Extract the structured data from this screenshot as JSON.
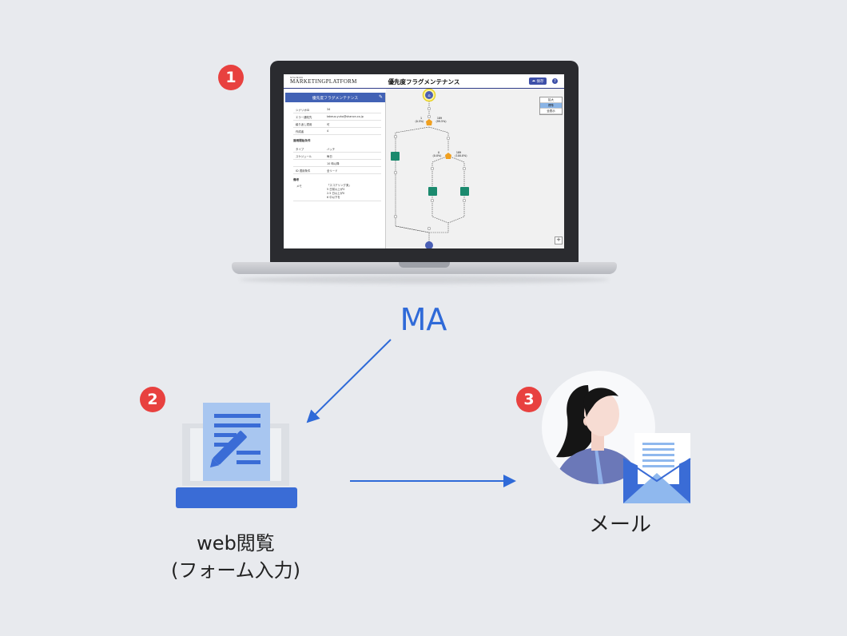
{
  "badges": [
    "1",
    "2",
    "3"
  ],
  "ma_label": "MA",
  "web_caption_line1": "web閲覧",
  "web_caption_line2": "(フォーム入力)",
  "mail_caption": "メール",
  "screen": {
    "logo_small": "SHANON",
    "logo": "MARKETINGPLATFORM",
    "title": "優先度フラグメンテナンス",
    "save_label": "保存",
    "help_label": "?",
    "panel_title": "優先度フラグメンテナンス",
    "rows": [
      {
        "k": "シナリオID",
        "v": "34"
      },
      {
        "k": "エラー通知先",
        "v": "takeuo.yuho@shanon.co.jp"
      },
      {
        "k": "繰り返し適用",
        "v": "可"
      },
      {
        "k": "作成者",
        "v": "4"
      }
    ],
    "section_cond": "適用開始条件",
    "cond_rows": [
      {
        "k": "タイプ",
        "v": "バッチ"
      },
      {
        "k": "スケジュール",
        "v": "毎日"
      },
      {
        "k": "",
        "v": "10 時以降"
      },
      {
        "k": "ID 適用条件",
        "v": "全リード"
      }
    ],
    "section_note": "備考",
    "memo_key": "メモ",
    "memo_lines": [
      "「スコアリング済」",
      "5 日前以上が0",
      "2.5 日以上が0",
      "6 中以下を"
    ],
    "zoom_items": [
      "拡大",
      "標準",
      "全表示"
    ],
    "flow_labels": {
      "left_a": "1",
      "left_b": "(0.5%)",
      "right_a": "189",
      "right_b": "(99.5%)",
      "mid_a": "0",
      "mid_b": "(0.0%)",
      "mid_c": "189",
      "mid_d": "(100.0%)"
    },
    "plus_label": "+"
  },
  "colors": {
    "accent_blue": "#2f6ad8",
    "badge_red": "#e8413f",
    "panel_blue": "#4262b5",
    "flow_green": "#1b8a6e",
    "flow_orange": "#f0a020"
  }
}
